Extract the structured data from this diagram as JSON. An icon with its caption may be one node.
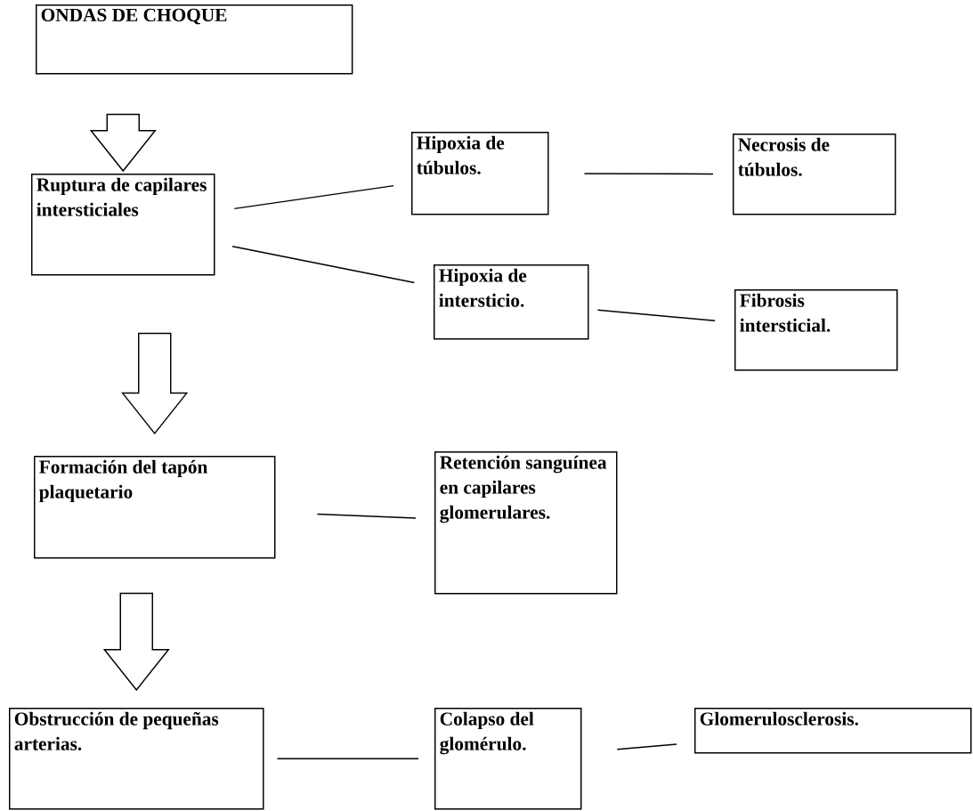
{
  "diagram": {
    "nodes": [
      {
        "text": [
          "ONDAS DE CHOQUE"
        ]
      },
      {
        "text": [
          "Ruptura de capilares intersticiales"
        ]
      },
      {
        "text": [
          "Hipoxia de túbulos."
        ]
      },
      {
        "text": [
          "Necrosis de túbulos."
        ]
      },
      {
        "text": [
          "Hipoxia de intersticio."
        ]
      },
      {
        "text": [
          "Fibrosis intersticial."
        ]
      },
      {
        "text": [
          "Formación del tapón plaquetario"
        ]
      },
      {
        "text": [
          "Retención sanguínea en capilares glomerulares."
        ]
      },
      {
        "text": [
          "Obstrucción de pequeñas arterias."
        ]
      },
      {
        "text": [
          "Colapso del glomérulo."
        ]
      },
      {
        "text": [
          "Glomerulosclerosis."
        ]
      }
    ],
    "edges": [
      {
        "from": 0,
        "to": 1,
        "arrow": "to"
      },
      {
        "from": 1,
        "to": 2,
        "arrow": "none"
      },
      {
        "from": 2,
        "to": 3,
        "arrow": "none"
      },
      {
        "from": 1,
        "to": 4,
        "arrow": "none"
      },
      {
        "from": 4,
        "to": 5,
        "arrow": "none"
      },
      {
        "from": 1,
        "to": 6,
        "arrow": "to"
      },
      {
        "from": 6,
        "to": 7,
        "arrow": "none"
      },
      {
        "from": 6,
        "to": 8,
        "arrow": "to"
      },
      {
        "from": 8,
        "to": 9,
        "arrow": "none"
      },
      {
        "from": 9,
        "to": 10,
        "arrow": "none"
      }
    ]
  }
}
